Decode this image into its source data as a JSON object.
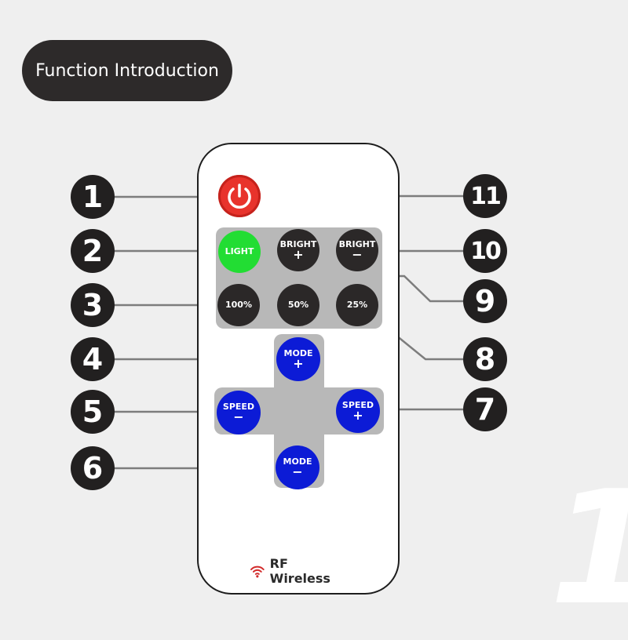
{
  "header": {
    "title": "Function Introduction"
  },
  "remote": {
    "buttons": {
      "light": "LIGHT",
      "bright_plus": {
        "label": "BRIGHT",
        "sign": "+"
      },
      "bright_minus": {
        "label": "BRIGHT",
        "sign": "−"
      },
      "p100": "100%",
      "p50": "50%",
      "p25": "25%",
      "mode_plus": {
        "label": "MODE",
        "sign": "+"
      },
      "mode_minus": {
        "label": "MODE",
        "sign": "−"
      },
      "speed_minus": {
        "label": "SPEED",
        "sign": "−"
      },
      "speed_plus": {
        "label": "SPEED",
        "sign": "+"
      }
    },
    "footer": "RF Wireless"
  },
  "callouts": [
    "1",
    "2",
    "3",
    "4",
    "5",
    "6",
    "7",
    "8",
    "9",
    "10",
    "11"
  ],
  "colors": {
    "power": "#e8332c",
    "light": "#22dd33",
    "dark_button": "#2b2828",
    "blue_button": "#0c1bd6",
    "panel": "#b8b8b8",
    "wifi_icon": "#d22b2b"
  },
  "icons": [
    "power-icon",
    "wireless-signal-icon"
  ]
}
